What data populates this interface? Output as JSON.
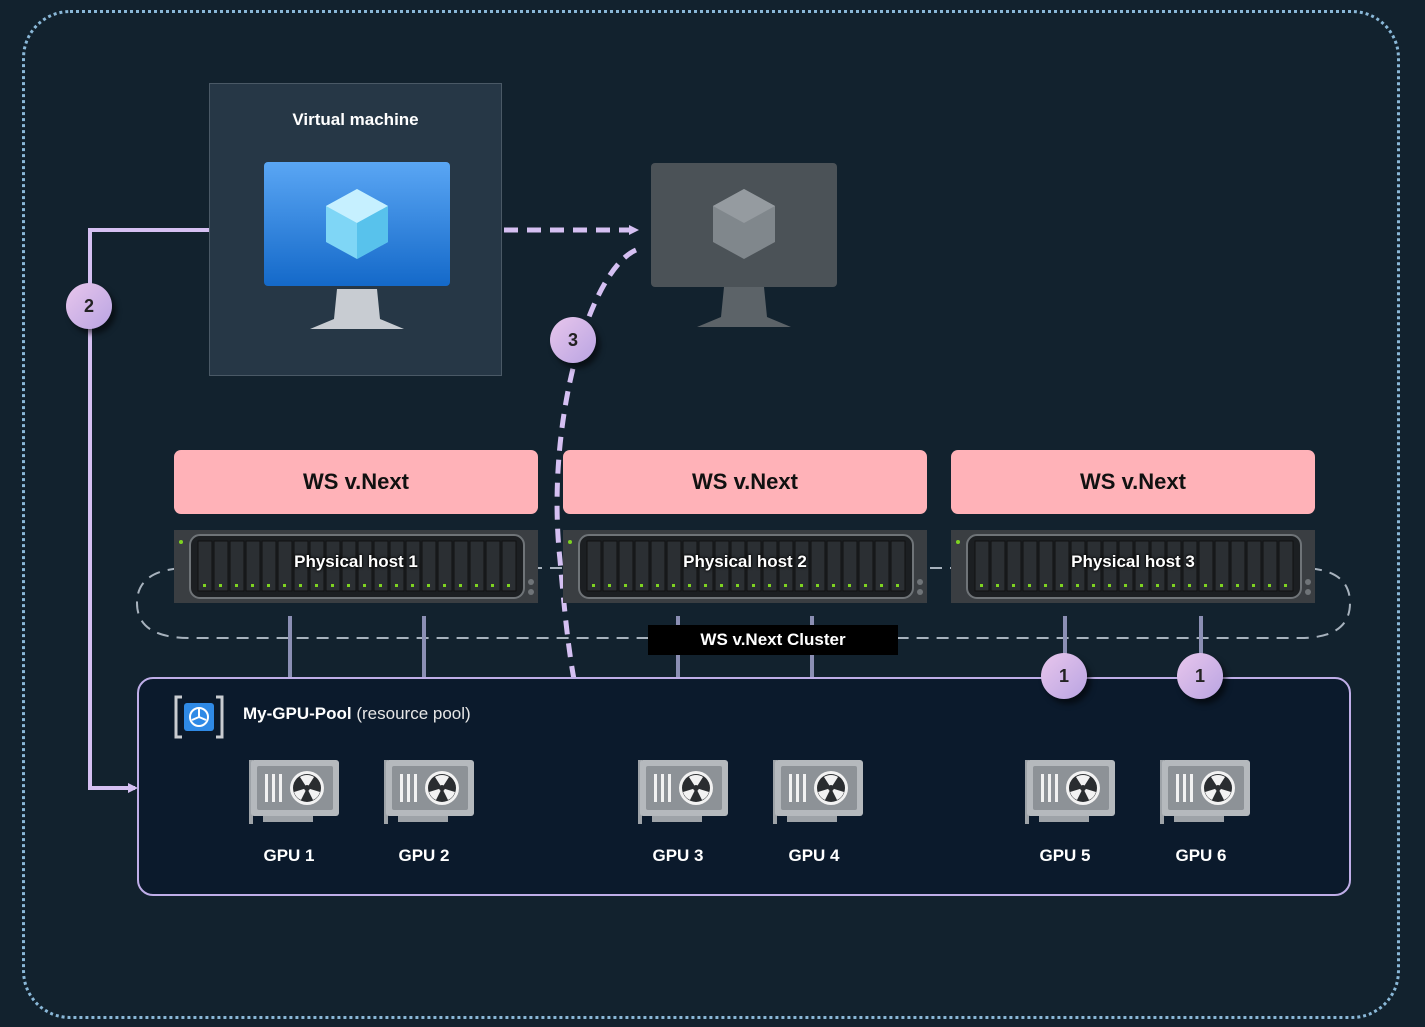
{
  "vm": {
    "title": "Virtual machine"
  },
  "hosts": [
    {
      "header": "WS v.Next",
      "label": "Physical host 1"
    },
    {
      "header": "WS v.Next",
      "label": "Physical host 2"
    },
    {
      "header": "WS v.Next",
      "label": "Physical host 3"
    }
  ],
  "cluster": {
    "label": "WS v.Next Cluster"
  },
  "pool": {
    "name": "My-GPU-Pool",
    "suffix": "(resource pool)"
  },
  "gpus": [
    "GPU 1",
    "GPU 2",
    "GPU 3",
    "GPU 4",
    "GPU 5",
    "GPU 6"
  ],
  "steps": {
    "assign_a": "1",
    "assign_b": "1",
    "attach": "2",
    "migrate": "3"
  },
  "colors": {
    "background": "#12222e",
    "header": "#ffb2b8",
    "pool_border": "#bfaee8",
    "arrow": "#d5c0f2",
    "outer_border": "#8ab8d8",
    "vm_blue": "#1f86e6"
  },
  "icons": [
    "vm-monitor-icon",
    "vm-ghost-monitor-icon",
    "server-rack-icon",
    "gpu-card-icon",
    "resource-pool-icon"
  ]
}
